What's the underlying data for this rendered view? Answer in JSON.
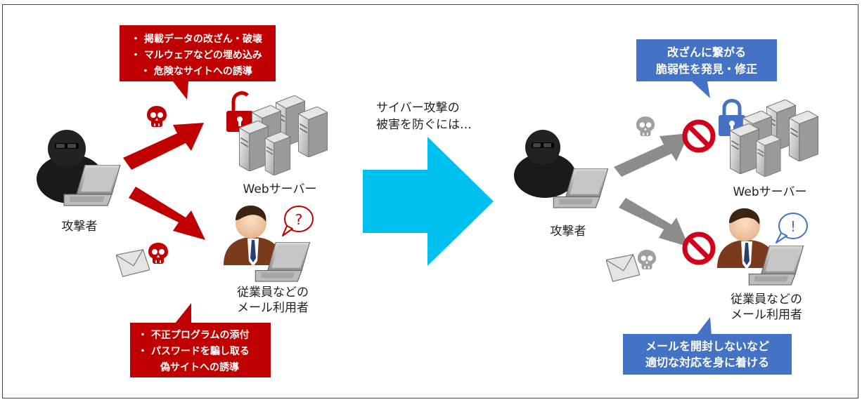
{
  "left": {
    "top_callout": [
      "・ 掲載データの改ざん・破壊",
      "・ マルウェアなどの埋め込み",
      "・ 危険なサイトへの誘導"
    ],
    "bottom_callout": [
      "・ 不正プログラムの添付",
      "・ パスワードを騙し取る",
      "偽サイトへの誘導"
    ],
    "attacker_label": "攻撃者",
    "server_label": "Webサーバー",
    "employee_label": [
      "従業員などの",
      "メール利用者"
    ],
    "question_mark": "?"
  },
  "center": {
    "caption": [
      "サイバー攻撃の",
      "被害を防ぐには…"
    ]
  },
  "right": {
    "top_callout": [
      "改ざんに繋がる",
      "脆弱性を発見・修正"
    ],
    "bottom_callout": [
      "メールを開封しないなど",
      "適切な対応を身に着ける"
    ],
    "attacker_label": "攻撃者",
    "server_label": "Webサーバー",
    "employee_label": [
      "従業員などの",
      "メール利用者"
    ],
    "exclamation_mark": "!"
  },
  "colors": {
    "red": "#c00000",
    "blue": "#4472c4",
    "cyan": "#00c0f0",
    "gray_arrow": "#8c8c8c"
  }
}
